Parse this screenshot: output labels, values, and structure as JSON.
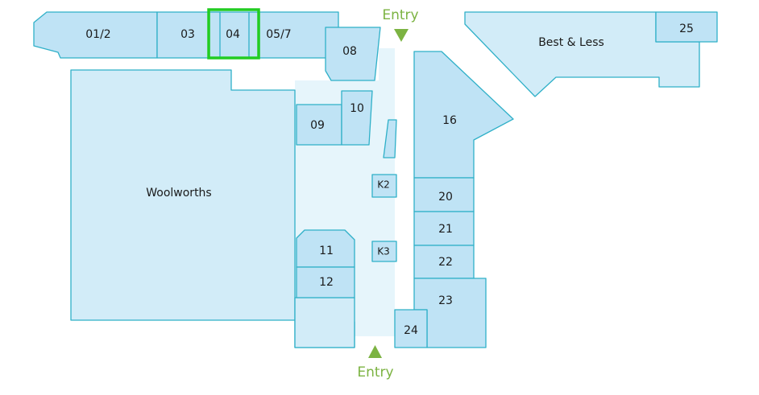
{
  "colors": {
    "entry": "#7cb342",
    "highlight": "#22cc22"
  },
  "entries": {
    "top_label": "Entry",
    "bottom_label": "Entry",
    "top_arrow_icon": "down-triangle-icon",
    "bottom_arrow_icon": "up-triangle-icon"
  },
  "selected_store": "04",
  "stores": {
    "s01_2": "01/2",
    "s03": "03",
    "s04": "04",
    "s05_7": "05/7",
    "s08": "08",
    "s09": "09",
    "s10": "10",
    "s11": "11",
    "s12": "12",
    "s16": "16",
    "s20": "20",
    "s21": "21",
    "s22": "22",
    "s23": "23",
    "s24": "24",
    "s25": "25",
    "k2": "K2",
    "k3": "K3",
    "woolworths": "Woolworths",
    "best_less": "Best & Less"
  }
}
